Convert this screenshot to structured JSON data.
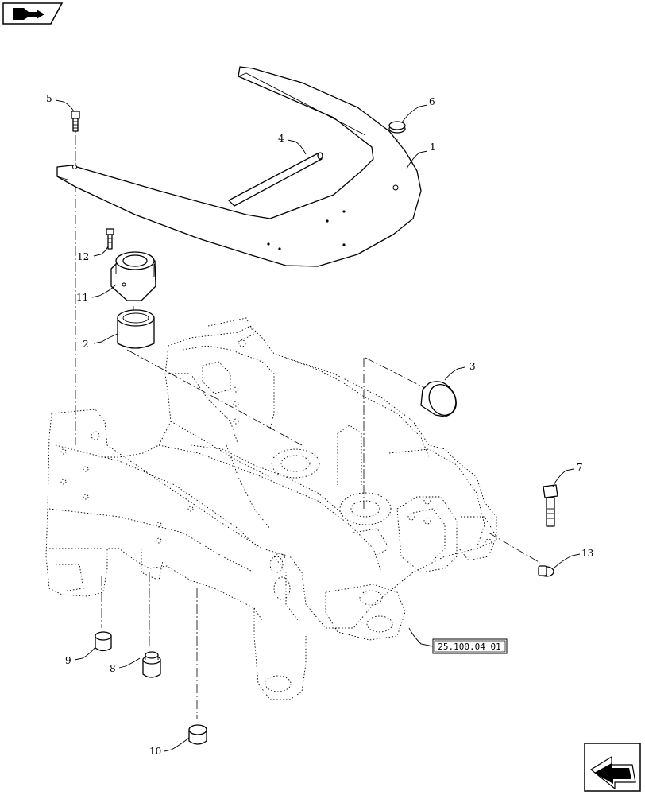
{
  "nav": {
    "top_left_icon": "page-flip-icon",
    "bottom_right_icon": "next-page-arrow-icon"
  },
  "callouts": [
    {
      "id": "c1",
      "label": "1"
    },
    {
      "id": "c2",
      "label": "2"
    },
    {
      "id": "c3",
      "label": "3"
    },
    {
      "id": "c4",
      "label": "4"
    },
    {
      "id": "c5",
      "label": "5"
    },
    {
      "id": "c6",
      "label": "6"
    },
    {
      "id": "c7",
      "label": "7"
    },
    {
      "id": "c8",
      "label": "8"
    },
    {
      "id": "c9",
      "label": "9"
    },
    {
      "id": "c10",
      "label": "10"
    },
    {
      "id": "c11",
      "label": "11"
    },
    {
      "id": "c12",
      "label": "12"
    },
    {
      "id": "c13",
      "label": "13"
    }
  ],
  "reference_box": {
    "label": "25.100.04 01"
  }
}
